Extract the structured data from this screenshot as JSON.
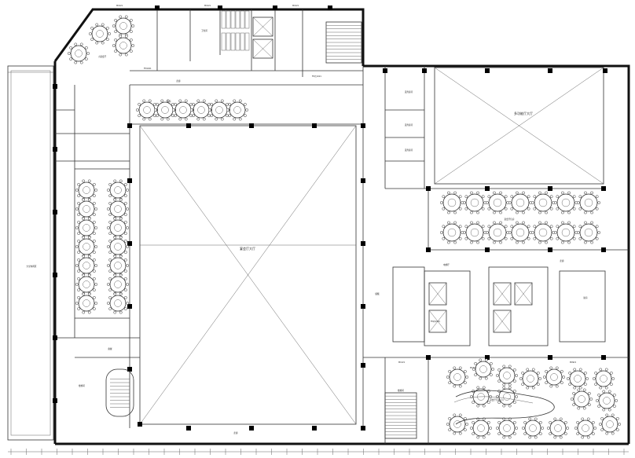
{
  "plan": {
    "rooms": {
      "big_hall": "宴会厅大厅",
      "multi_hall": "多功能厅大厅",
      "vip_a": "小宴会厅",
      "banquet_east": "宴会厅包房",
      "banquet_south": "宴会厅包房(小)",
      "kitchen": "厨房",
      "corridor_n": "走廊",
      "corridor_s": "走廊",
      "corridor_e": "走廊",
      "storage": "储藏",
      "office1": "贵宾接待",
      "office2": "贵宾接待",
      "office3": "贵宾接待",
      "lobby_w": "大堂休闲区",
      "stair_w": "楼梯间",
      "stair_s": "楼梯间",
      "toilet": "卫生间",
      "elevator": "电梯厅",
      "prep": "备餐",
      "vip_b": "包房"
    },
    "door_tags": [
      "M1021",
      "M1021",
      "M1021",
      "FM1021",
      "FM乙1021",
      "M1521",
      "M0921",
      "M1221",
      "FM丙1021"
    ]
  }
}
